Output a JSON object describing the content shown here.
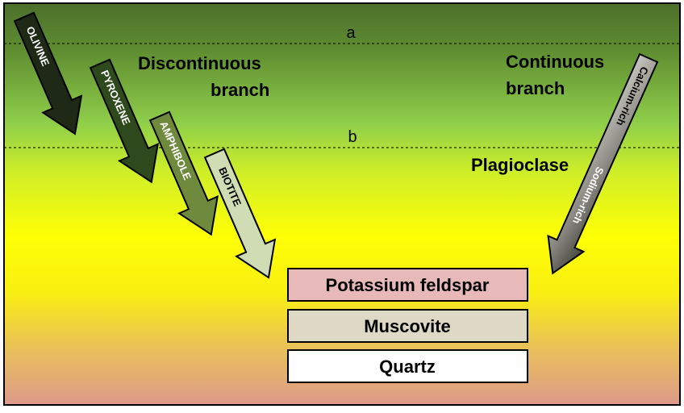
{
  "lines": {
    "a": "a",
    "b": "b"
  },
  "branches": {
    "discontinuous_line1": "Discontinuous",
    "discontinuous_line2": "branch",
    "continuous_line1": "Continuous",
    "continuous_line2": "branch",
    "plagioclase": "Plagioclase"
  },
  "minerals": {
    "olivine": "OLIVINE",
    "pyroxene": "PYROXENE",
    "amphibole": "AMPHIBOLE",
    "biotite": "BIOTITE",
    "calcium_rich": "Calcium-rich",
    "sodium_rich": "Sodium-rich"
  },
  "boxes": {
    "potassium_feldspar": "Potassium feldspar",
    "muscovite": "Muscovite",
    "quartz": "Quartz"
  },
  "colors": {
    "olivine": "#1f2a16",
    "pyroxene": "#2e4a1c",
    "amphibole": "#6f8a3c",
    "biotite": "#cfdcb4",
    "potassium_feldspar_fill": "#e7b9b9",
    "muscovite_fill": "#ddd9c4",
    "quartz_fill": "#ffffff"
  }
}
